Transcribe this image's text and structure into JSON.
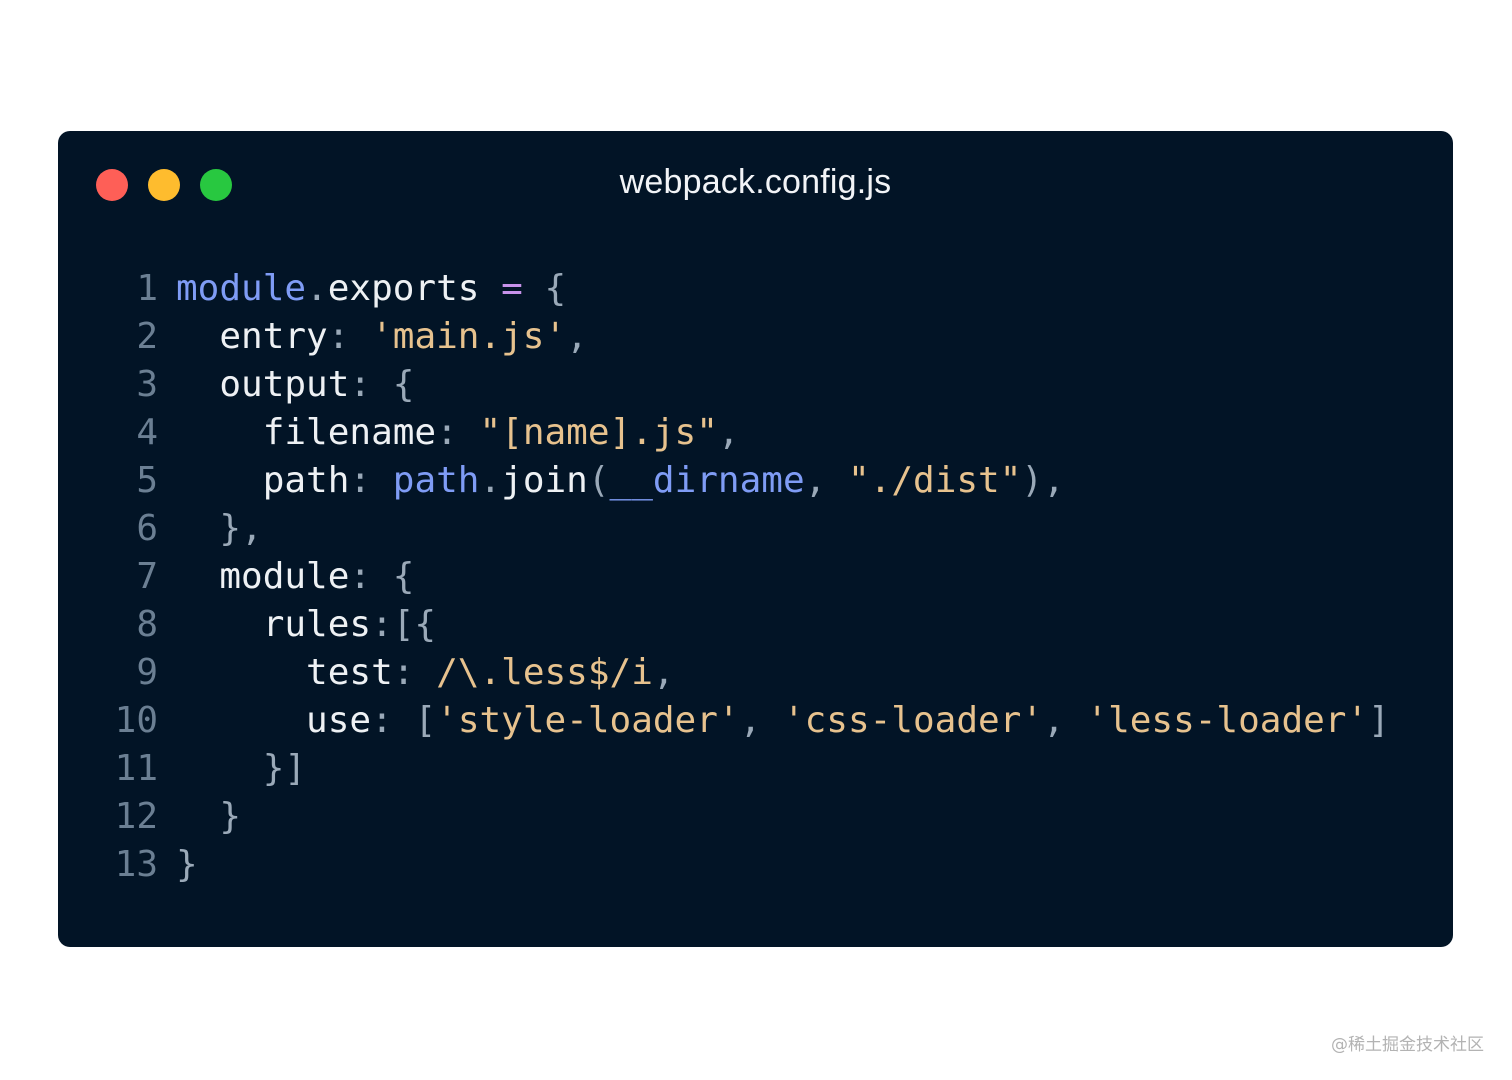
{
  "window": {
    "title": "webpack.config.js",
    "background": "#021426",
    "controls": [
      {
        "name": "close-button",
        "color": "#fe5f57"
      },
      {
        "name": "minimize-button",
        "color": "#febc2e"
      },
      {
        "name": "maximize-button",
        "color": "#28c840"
      }
    ]
  },
  "colors": {
    "keyword": "#7f9cf5",
    "string": "#e7c28e",
    "operator": "#c792ea",
    "punctuation": "#9aa9b8",
    "identifier": "#eef1f4",
    "line_number": "#6b7f93"
  },
  "code": {
    "language": "javascript",
    "lines": [
      {
        "n": "1",
        "tokens": [
          [
            "kw",
            "module"
          ],
          [
            "punc",
            "."
          ],
          [
            "id",
            "exports"
          ],
          [
            "id",
            " "
          ],
          [
            "op",
            "="
          ],
          [
            "id",
            " "
          ],
          [
            "punc",
            "{"
          ]
        ]
      },
      {
        "n": "2",
        "tokens": [
          [
            "id",
            "  entry"
          ],
          [
            "punc",
            ":"
          ],
          [
            "id",
            " "
          ],
          [
            "str",
            "'main.js'"
          ],
          [
            "punc",
            ","
          ]
        ]
      },
      {
        "n": "3",
        "tokens": [
          [
            "id",
            "  output"
          ],
          [
            "punc",
            ":"
          ],
          [
            "id",
            " "
          ],
          [
            "punc",
            "{"
          ]
        ]
      },
      {
        "n": "4",
        "tokens": [
          [
            "id",
            "    filename"
          ],
          [
            "punc",
            ":"
          ],
          [
            "id",
            " "
          ],
          [
            "str",
            "\"[name].js\""
          ],
          [
            "punc",
            ","
          ]
        ]
      },
      {
        "n": "5",
        "tokens": [
          [
            "id",
            "    path"
          ],
          [
            "punc",
            ":"
          ],
          [
            "id",
            " "
          ],
          [
            "kw",
            "path"
          ],
          [
            "punc",
            "."
          ],
          [
            "id",
            "join"
          ],
          [
            "punc",
            "("
          ],
          [
            "kw",
            "__dirname"
          ],
          [
            "punc",
            ","
          ],
          [
            "id",
            " "
          ],
          [
            "str",
            "\"./dist\""
          ],
          [
            "punc",
            "),"
          ]
        ]
      },
      {
        "n": "6",
        "tokens": [
          [
            "punc",
            "  },"
          ]
        ]
      },
      {
        "n": "7",
        "tokens": [
          [
            "id",
            "  module"
          ],
          [
            "punc",
            ":"
          ],
          [
            "id",
            " "
          ],
          [
            "punc",
            "{"
          ]
        ]
      },
      {
        "n": "8",
        "tokens": [
          [
            "id",
            "    rules"
          ],
          [
            "punc",
            ":[{"
          ]
        ]
      },
      {
        "n": "9",
        "tokens": [
          [
            "id",
            "      test"
          ],
          [
            "punc",
            ":"
          ],
          [
            "id",
            " "
          ],
          [
            "str",
            "/\\.less$/i"
          ],
          [
            "punc",
            ","
          ]
        ]
      },
      {
        "n": "10",
        "tokens": [
          [
            "id",
            "      use"
          ],
          [
            "punc",
            ":"
          ],
          [
            "id",
            " "
          ],
          [
            "punc",
            "["
          ],
          [
            "str",
            "'style-loader'"
          ],
          [
            "punc",
            ", "
          ],
          [
            "str",
            "'css-loader'"
          ],
          [
            "punc",
            ", "
          ],
          [
            "str",
            "'less-loader'"
          ],
          [
            "punc",
            "]"
          ]
        ]
      },
      {
        "n": "11",
        "tokens": [
          [
            "punc",
            "    }]"
          ]
        ]
      },
      {
        "n": "12",
        "tokens": [
          [
            "punc",
            "  }"
          ]
        ]
      },
      {
        "n": "13",
        "tokens": [
          [
            "punc",
            "}"
          ]
        ]
      }
    ]
  },
  "watermark": "@稀土掘金技术社区"
}
